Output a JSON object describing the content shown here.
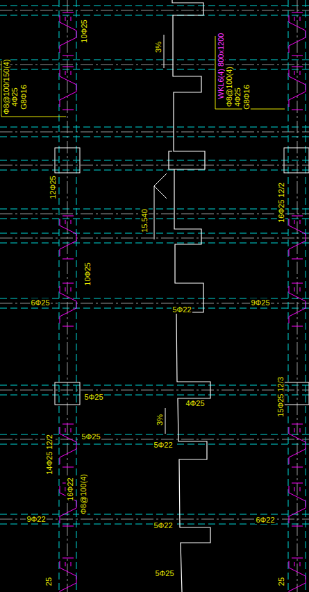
{
  "diagram": {
    "labels": [
      "10Φ25",
      "Φ8@100/150(4)",
      "4Φ25",
      "G8Φ16",
      "WKL6(4) 800x1200",
      "Φ8@100(4)",
      "4Φ25",
      "G8Φ16",
      "3%",
      "12Φ25",
      "15.540",
      "16Φ25 12/2",
      "10Φ25",
      "6Φ25",
      "9Φ25",
      "5Φ22",
      "5Φ25",
      "15Φ25 12/3",
      "4Φ25",
      "3%",
      "14Φ25 12/2",
      "5Φ25",
      "5Φ22",
      "16Φ22",
      "Φ8@100(4)",
      "9Φ22",
      "6Φ22",
      "5Φ22",
      "5Φ25",
      "25",
      "25"
    ]
  }
}
